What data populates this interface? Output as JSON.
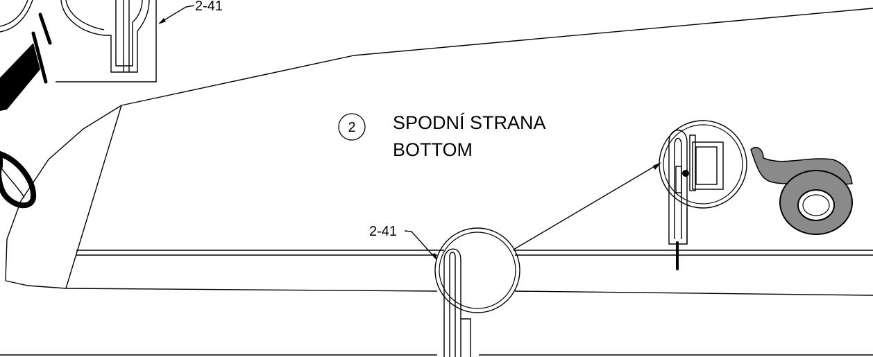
{
  "figure": {
    "view_number": "2",
    "title_lines": [
      "SPODNÍ STRANA",
      "BOTTOM"
    ],
    "callouts": [
      "2-41",
      "2-41"
    ]
  }
}
